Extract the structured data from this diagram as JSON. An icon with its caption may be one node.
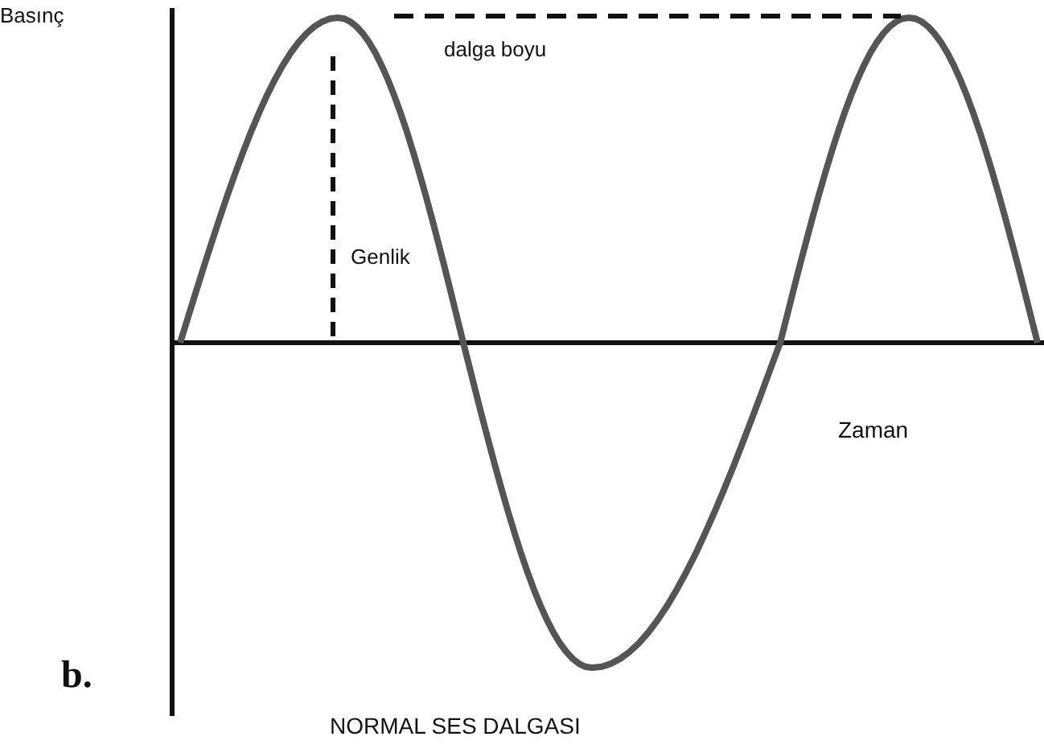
{
  "diagram": {
    "caption": "NORMAL SES DALGASI",
    "labels": [
      "Basınç",
      "dalga boyu",
      "Genlik",
      "Zaman",
      "b."
    ]
  }
}
